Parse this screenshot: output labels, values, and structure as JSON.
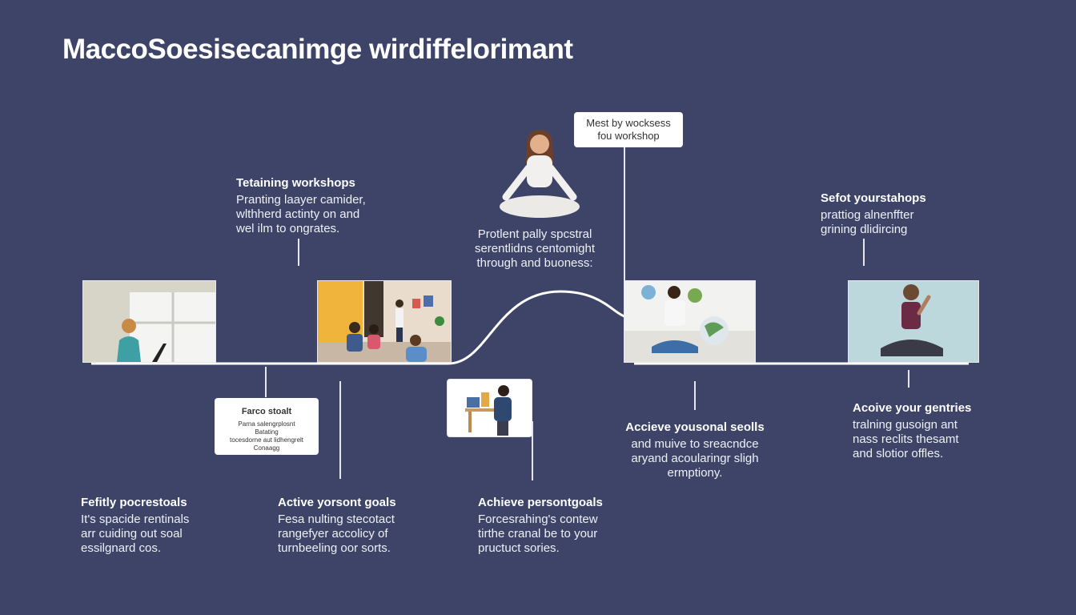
{
  "title": "MaccoSoesisecanimge wirdiffelorimant",
  "top_callout": {
    "lines": [
      "Mest by wocksess",
      "fou workshop"
    ]
  },
  "center_text": {
    "lines": [
      "Protlent pally spcstral",
      "serentlidns centomight",
      "through and buoness:"
    ]
  },
  "upper_left": {
    "heading": "Tetaining workshops",
    "lines": [
      "Pranting laayer camider,",
      "wlthherd actinty on and",
      "wel ilm to ongrates."
    ]
  },
  "upper_right": {
    "heading": "Sefot yourstahops",
    "lines": [
      "prattiog alnenffter",
      "grining dlidircing"
    ]
  },
  "small_callout": {
    "title": "Farco stoalt",
    "lines": [
      "Parna salengrplosnt",
      "Batating",
      "tocesdorne aut lidhengrelt",
      "Conaagg"
    ]
  },
  "mid_right": {
    "heading": "Accieve yousonal seolls",
    "lines": [
      "and muive to sreacndce",
      "aryand acoularingr sligh",
      "ermptiony."
    ]
  },
  "lower_right": {
    "heading": "Acoive your gentries",
    "lines": [
      "tralning gusoign ant",
      "nass reclits thesamt",
      "and slotior offles."
    ]
  },
  "bottom_1": {
    "heading": "Fefitly pocrestoals",
    "lines": [
      "It's spacide rentinals",
      "arr cuiding out soal",
      "essilgnard cos."
    ]
  },
  "bottom_2": {
    "heading": "Active yorsont goals",
    "lines": [
      "Fesa nulting stecotact",
      "rangefyer accolicy of",
      "turnbeeling oor sorts."
    ]
  },
  "bottom_3": {
    "heading": "Achieve persontgoals",
    "lines": [
      "Forcesrahing's contew",
      "tirthe cranal be to your",
      "pructuct sories."
    ]
  }
}
